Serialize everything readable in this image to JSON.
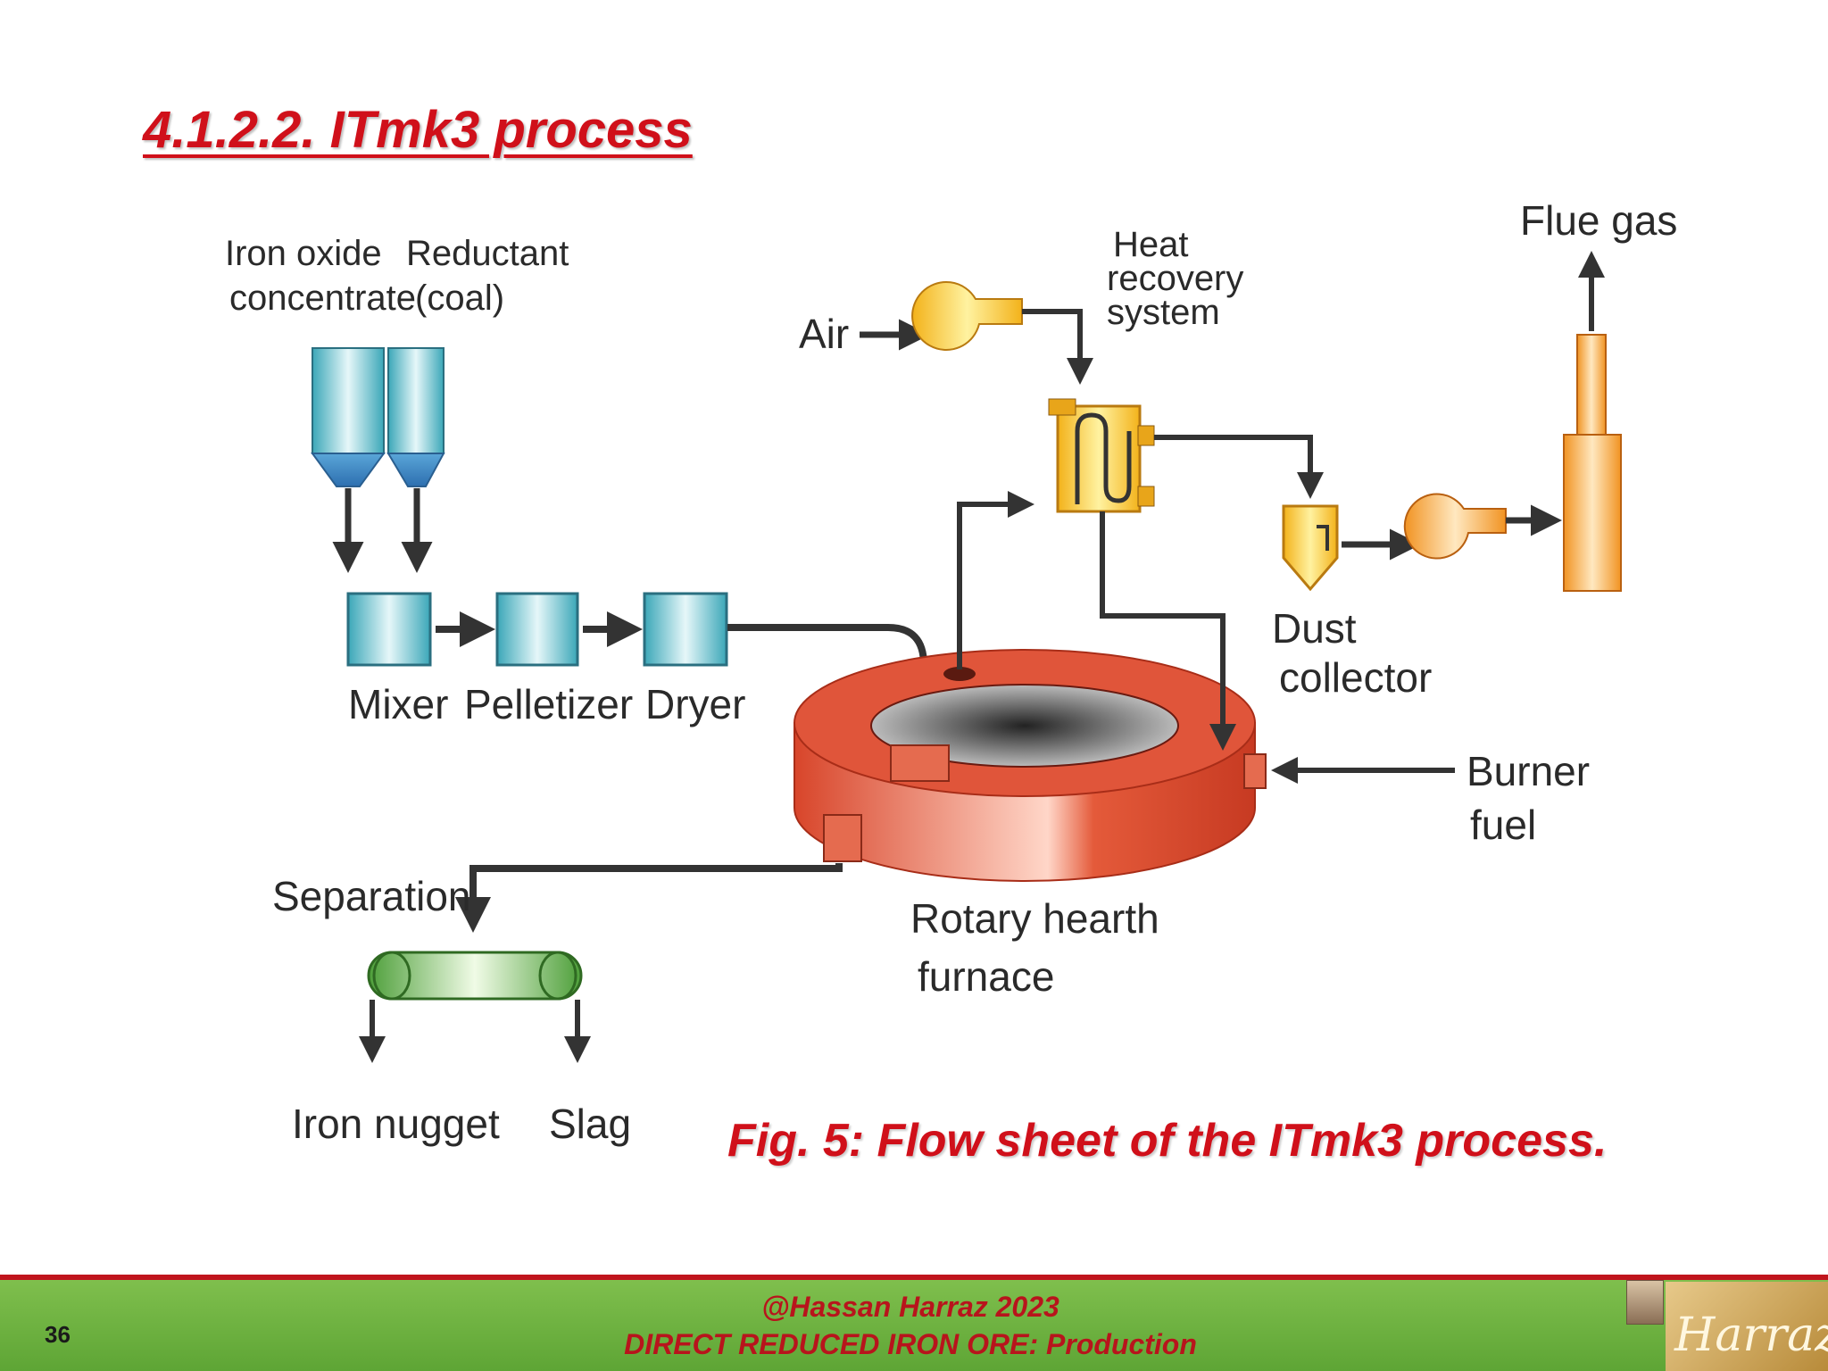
{
  "slide": {
    "title": "4.1.2.2. ITmk3 process",
    "caption": "Fig. 5: Flow sheet of the ITmk3 process.",
    "page_number": "36",
    "footer_line1": "@Hassan Harraz 2023",
    "footer_line2": "DIRECT REDUCED IRON ORE: Production",
    "logo_text": "Harraz"
  },
  "diagram": {
    "labels": {
      "iron_oxide_1": "Iron oxide",
      "iron_oxide_2": "concentrate",
      "reductant_1": "Reductant",
      "reductant_2": "(coal)",
      "air": "Air",
      "heat_1": "Heat",
      "heat_2": "recovery",
      "heat_3": "system",
      "flue_gas": "Flue gas",
      "mixer": "Mixer",
      "pelletizer": "Pelletizer",
      "dryer": "Dryer",
      "dust_1": "Dust",
      "dust_2": "collector",
      "burner_1": "Burner",
      "burner_2": "fuel",
      "separation": "Separation",
      "rotary_1": "Rotary hearth",
      "rotary_2": "furnace",
      "iron_nugget": "Iron nugget",
      "slag": "Slag"
    }
  }
}
